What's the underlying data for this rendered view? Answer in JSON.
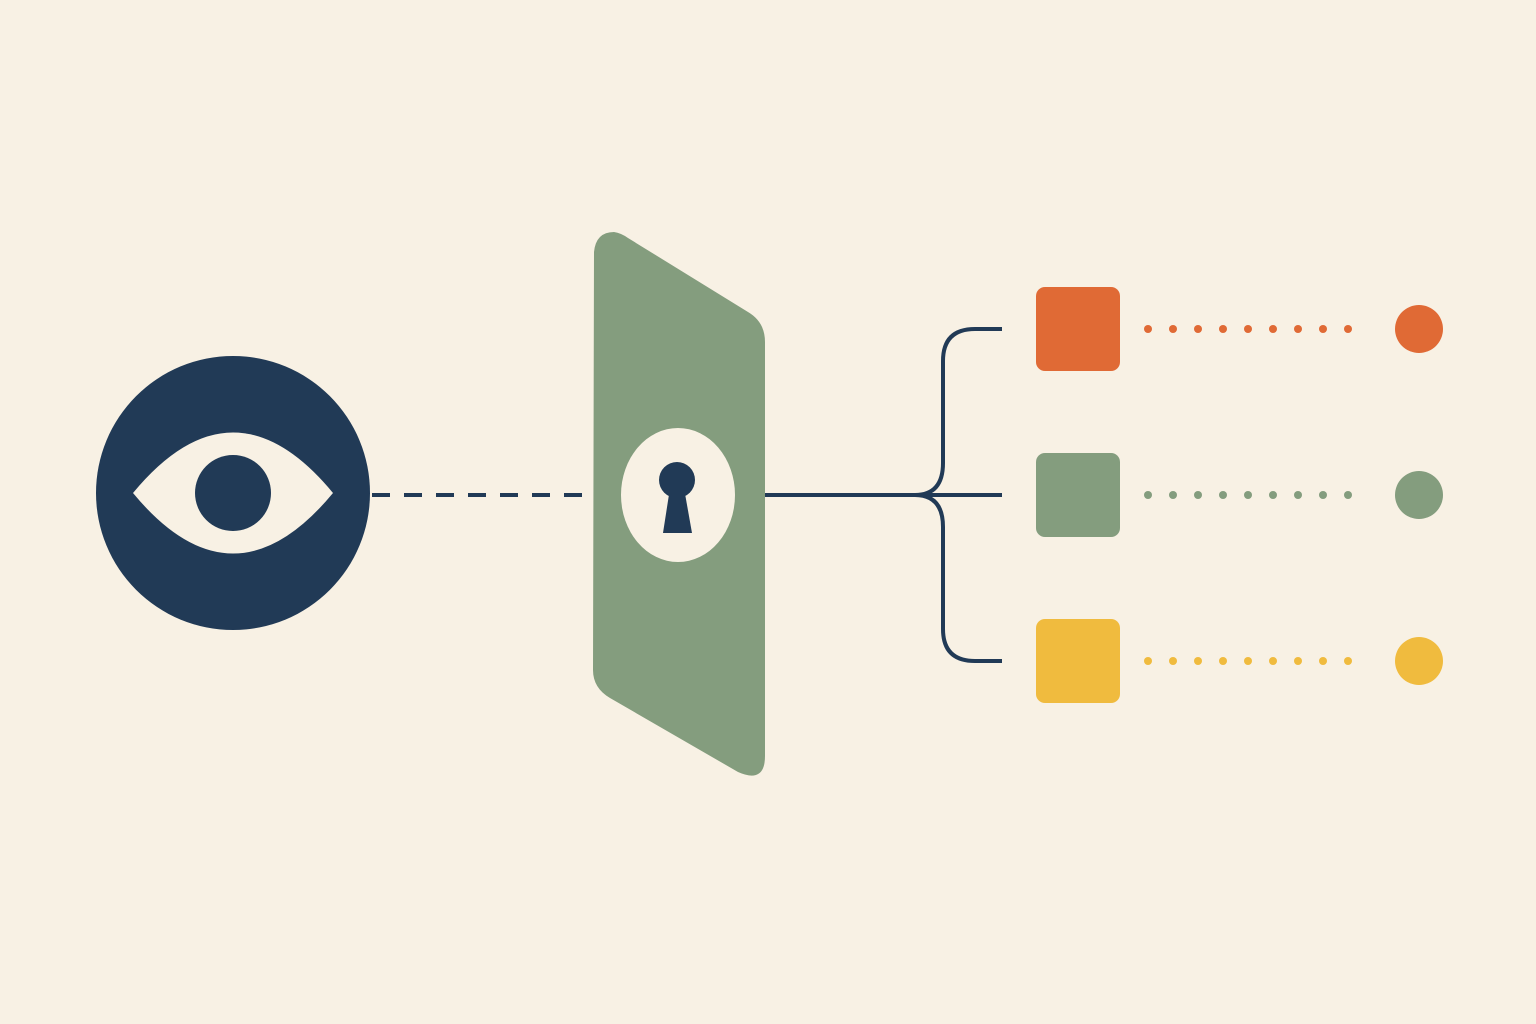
{
  "colors": {
    "background": "#F8F1E4",
    "navy": "#213A56",
    "sage": "#849D7E",
    "orange": "#E06A35",
    "yellow": "#F0BB3E",
    "cream": "#F8F1E4"
  },
  "source": {
    "icon": "eye-icon"
  },
  "gate": {
    "icon": "keyhole-icon"
  },
  "outputs": [
    {
      "name": "orange-output",
      "color": "#E06A35"
    },
    {
      "name": "sage-output",
      "color": "#849D7E"
    },
    {
      "name": "yellow-output",
      "color": "#F0BB3E"
    }
  ]
}
